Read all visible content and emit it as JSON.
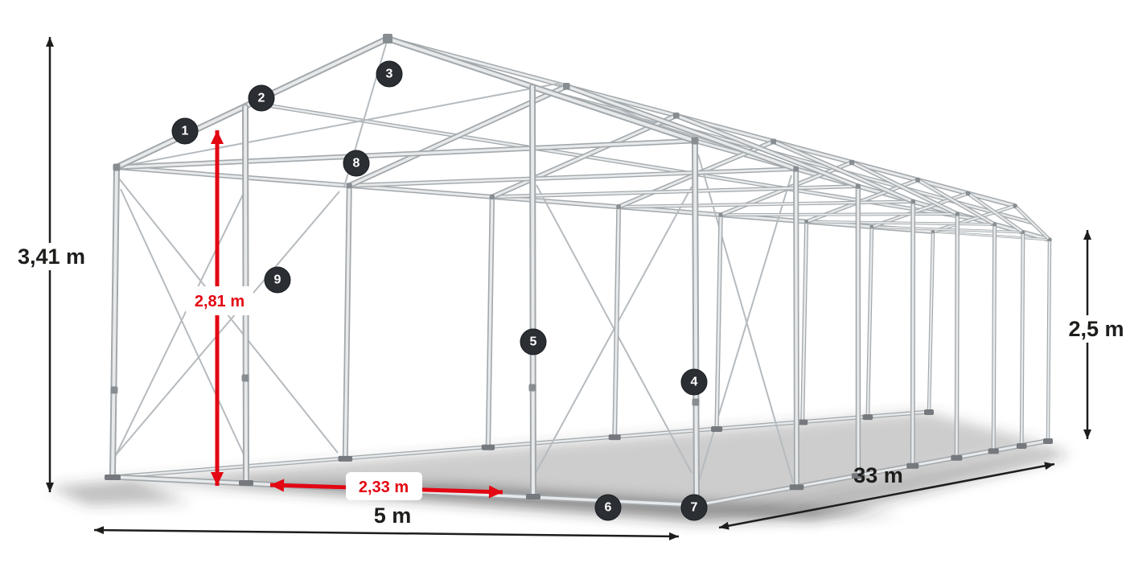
{
  "page": {
    "background": "#ffffff"
  },
  "colors": {
    "dimension_black": "#1d1d1b",
    "dimension_red": "#e30613",
    "callout_background": "#2b2e33",
    "callout_text": "#ffffff",
    "frame_tube_edge": "#a2a8ac",
    "frame_tube_core": "#e7e9ea"
  },
  "dimensions": {
    "total_height": {
      "label": "3,41 m",
      "style": "black"
    },
    "side_height": {
      "label": "2,5 m",
      "style": "black"
    },
    "width": {
      "label": "5 m",
      "style": "black"
    },
    "length": {
      "label": "33 m",
      "style": "black"
    },
    "passage_height": {
      "label": "2,81 m",
      "style": "red"
    },
    "passage_width": {
      "label": "2,33 m",
      "style": "red"
    }
  },
  "callouts": [
    {
      "number": "1"
    },
    {
      "number": "2"
    },
    {
      "number": "3"
    },
    {
      "number": "4"
    },
    {
      "number": "5"
    },
    {
      "number": "6"
    },
    {
      "number": "7"
    },
    {
      "number": "8"
    },
    {
      "number": "9"
    }
  ]
}
